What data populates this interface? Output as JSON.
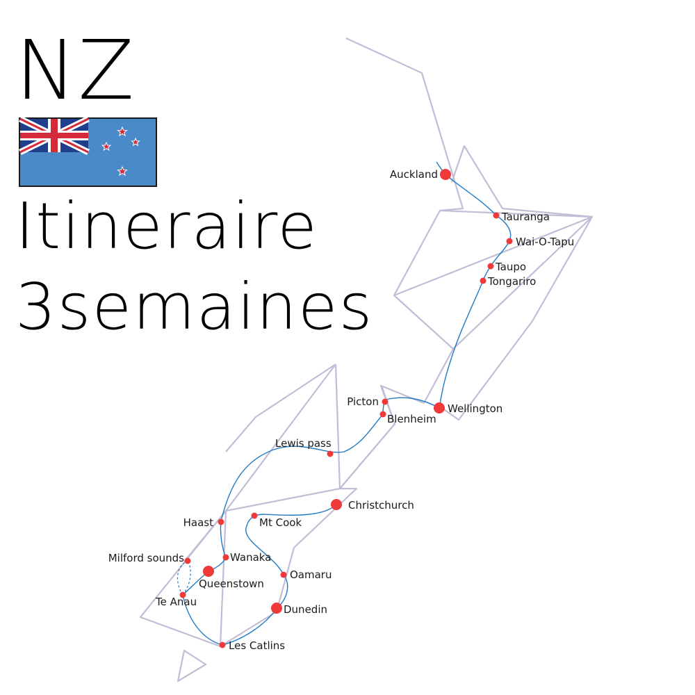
{
  "title": {
    "line1": "NZ",
    "line2": "Itineraire",
    "line3": "3semaines"
  },
  "colors": {
    "outline": "#c2bdd6",
    "route": "#1f7ac6",
    "marker": "#f03a3a",
    "flag_blue": "#4a8ac8",
    "flag_red": "#d42a3a",
    "flag_white": "#ffffff"
  },
  "places": {
    "auckland": "Auckland",
    "tauranga": "Tauranga",
    "waiotapu": "Wai-O-Tapu",
    "taupo": "Taupo",
    "tongariro": "Tongariro",
    "wellington": "Wellington",
    "picton": "Picton",
    "blenheim": "Blenheim",
    "lewis_pass": "Lewis pass",
    "christchurch": "Christchurch",
    "haast": "Haast",
    "mt_cook": "Mt Cook",
    "milford": "Milford sounds",
    "wanaka": "Wanaka",
    "queenstown": "Queenstown",
    "oamaru": "Oamaru",
    "te_anau": "Te Anau",
    "dunedin": "Dunedin",
    "les_catlins": "Les Catlins"
  }
}
